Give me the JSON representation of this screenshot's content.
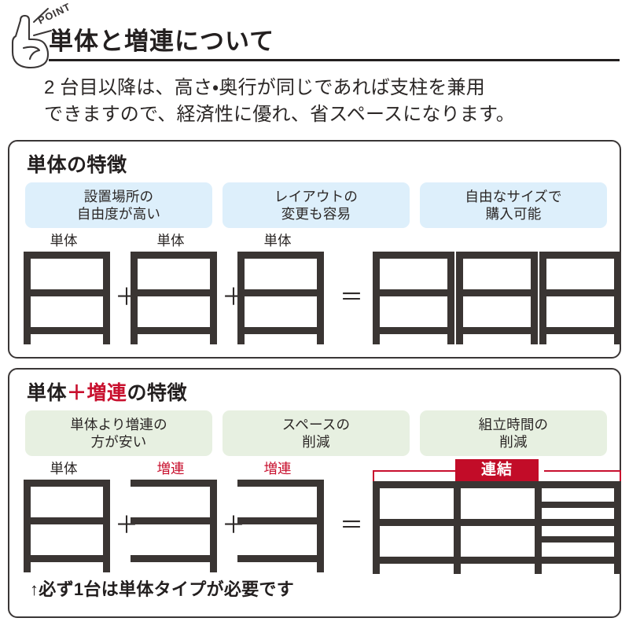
{
  "header": {
    "badge_label": "POINT",
    "title": "単体と増連について",
    "intro": "2 台目以降は、高さ・奥行が同じであれば支柱を兼用\nできますので、経済性に優れ、省スペースになります。"
  },
  "panel_single": {
    "title": "単体の特徴",
    "pill_color": "#ddeffb",
    "pills": [
      "設置場所の\n自由度が高い",
      "レイアウトの\n変更も容易",
      "自由なサイズで\n購入可能"
    ],
    "captions": [
      "単体",
      "単体",
      "単体"
    ],
    "operators": [
      "＋",
      "＋",
      "＝"
    ],
    "result_units": 3
  },
  "panel_linked": {
    "title_plain_1": "単体",
    "title_accent": "＋増連",
    "title_plain_2": "の特徴",
    "accent_color": "#c8102e",
    "pill_color": "#e7f0e1",
    "pills": [
      "単体より増連の\n方が安い",
      "スペースの\n削減",
      "組立時間の\n削減"
    ],
    "captions": [
      "単体",
      "増連",
      "増連"
    ],
    "caption_colors": [
      "#2b2726",
      "#c8102e",
      "#c8102e"
    ],
    "operators": [
      "＋",
      "＋",
      "＝"
    ],
    "link_badge": "連結",
    "link_badge_color": "#c20c28",
    "note": "↑必ず1台は単体タイプが必要です"
  }
}
